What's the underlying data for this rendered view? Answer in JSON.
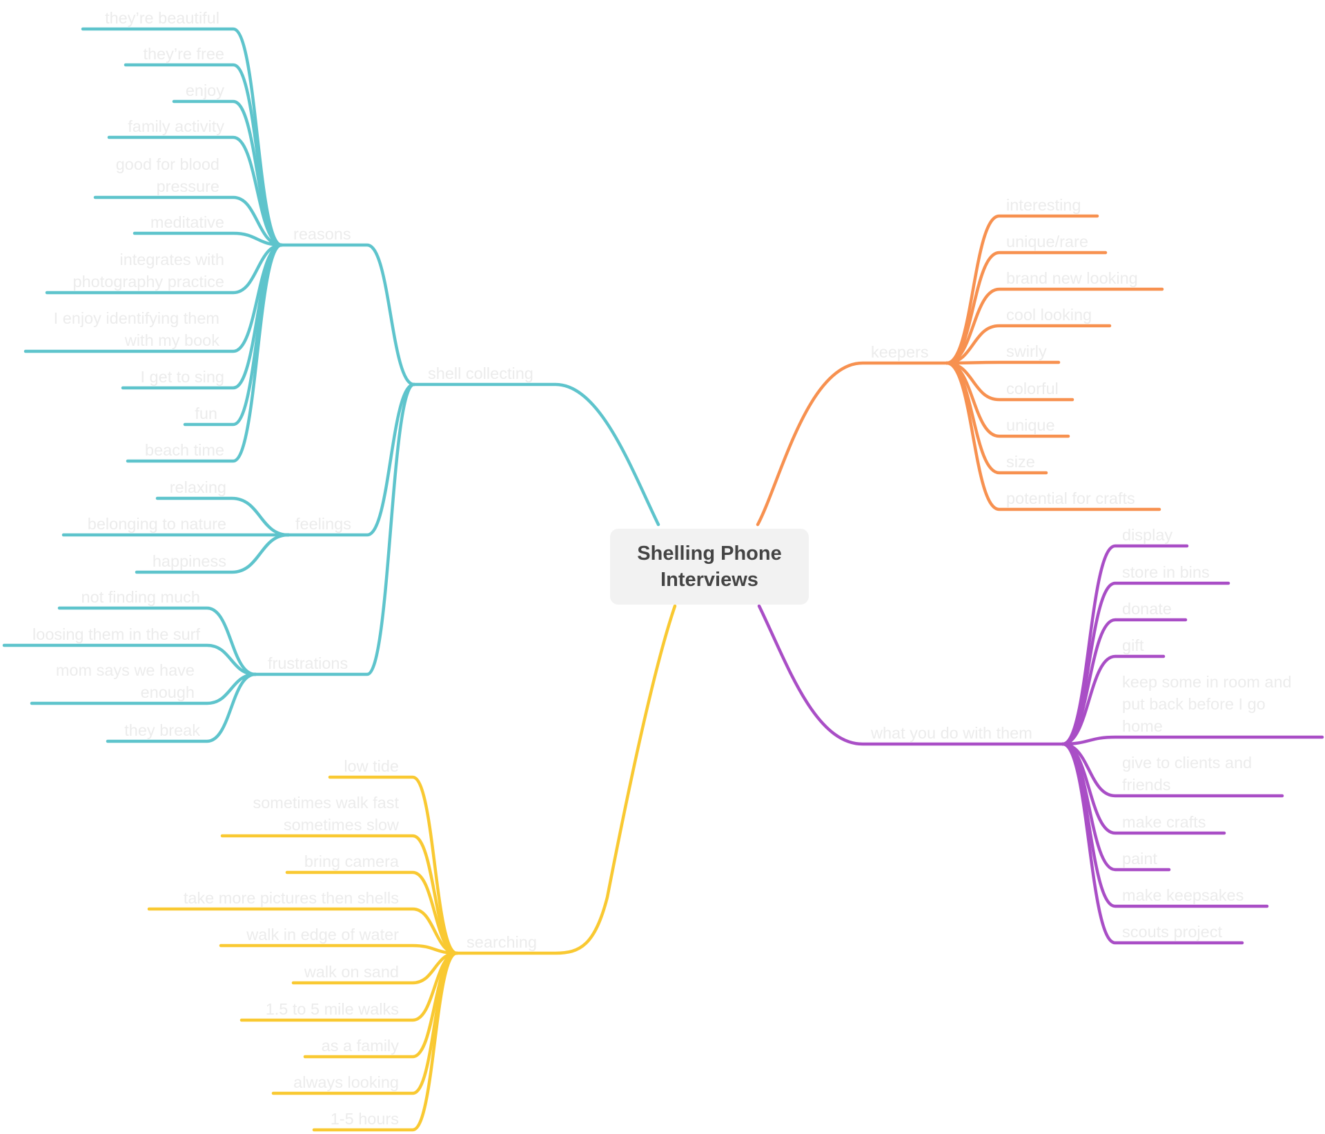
{
  "title": "Shelling Phone Interviews",
  "colors": {
    "teal": "#5ec4cc",
    "orange": "#f79150",
    "purple": "#a94ec6",
    "yellow": "#f9c932",
    "label": "#ececec",
    "center_bg": "#f2f2f2",
    "center_text": "#444444"
  },
  "branches": [
    {
      "label": "shell collecting",
      "color": "teal",
      "children": [
        {
          "label": "reasons",
          "children": [
            "they’re beautiful",
            "they’re free",
            "enjoy",
            "family activity",
            "good for blood\npressure",
            "meditative",
            "integrates with\nphotography practice",
            "I enjoy identifying them\nwith my book",
            "I get to sing",
            "fun",
            "beach time"
          ]
        },
        {
          "label": "feelings",
          "children": [
            "relaxing",
            "belonging to nature",
            "happiness"
          ]
        },
        {
          "label": "frustrations",
          "children": [
            "not finding much",
            "loosing them in the surf",
            "mom says we have\nenough",
            "they break"
          ]
        }
      ]
    },
    {
      "label": "searching",
      "color": "yellow",
      "children": [
        "low tide",
        "sometimes walk fast\nsometimes slow",
        "bring camera",
        "take more pictures then shells",
        "walk in edge of water",
        "walk on sand",
        "1.5 to 5 mile walks",
        "as a family",
        "always looking",
        "1-5 hours"
      ]
    },
    {
      "label": "keepers",
      "color": "orange",
      "children": [
        "interesting",
        "unique/rare",
        "brand new looking",
        "cool looking",
        "swirly",
        "colorful",
        "unique",
        "size",
        "potential for crafts"
      ]
    },
    {
      "label": "what you do with them",
      "color": "purple",
      "children": [
        "display",
        "store in bins",
        "donate",
        "gift",
        "keep some in room and\nput back before I go\nhome",
        "give to clients and\nfriends",
        "make crafts",
        "paint",
        "make keepsakes",
        "scouts project"
      ]
    }
  ]
}
